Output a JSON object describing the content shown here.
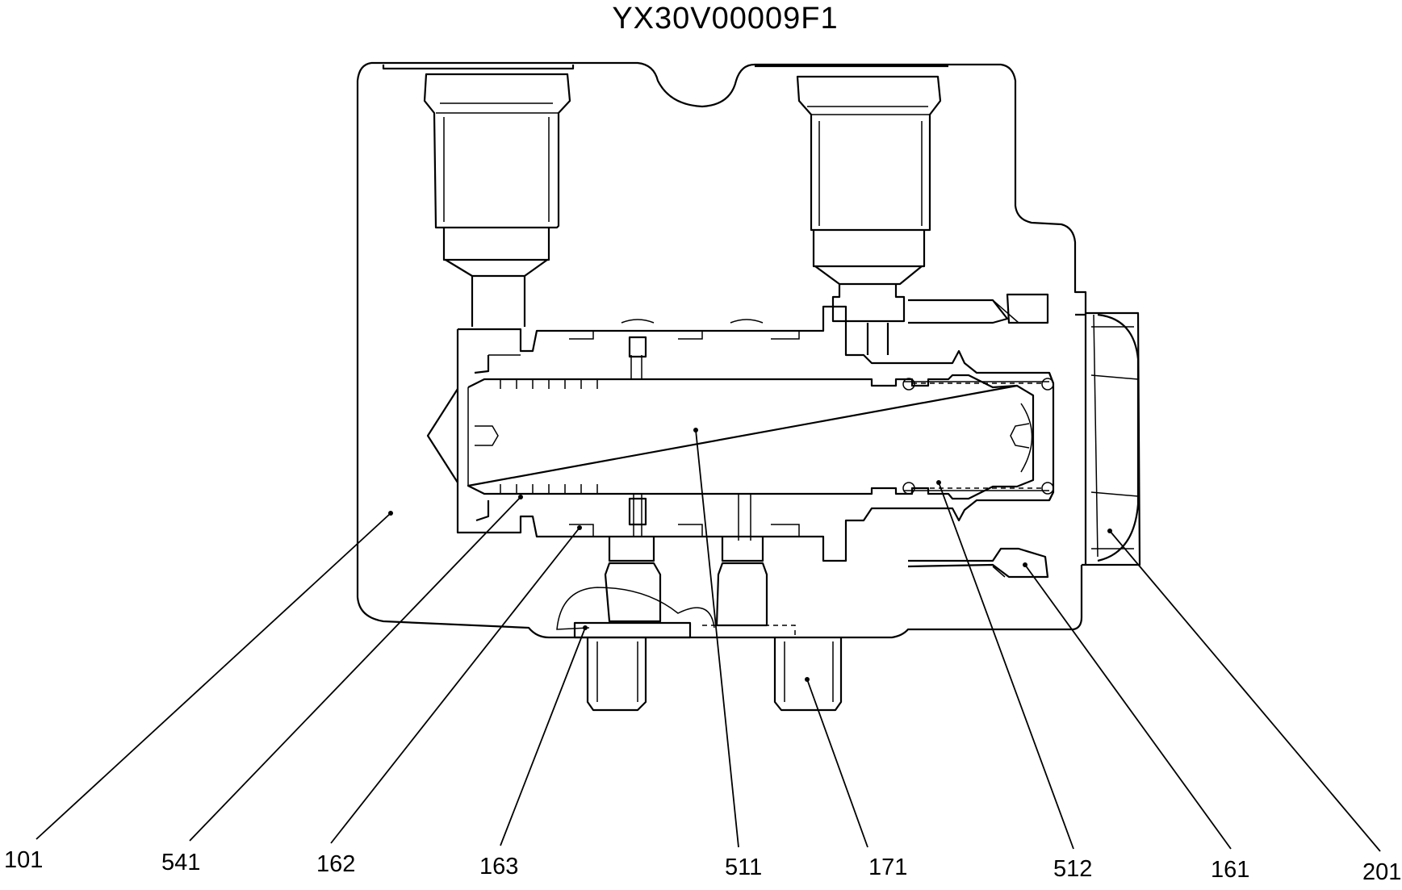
{
  "title": "YX30V00009F1",
  "callouts": {
    "c101": "101",
    "c541": "541",
    "c162": "162",
    "c163": "163",
    "c511": "511",
    "c171": "171",
    "c512": "512",
    "c161": "161",
    "c201": "201"
  }
}
